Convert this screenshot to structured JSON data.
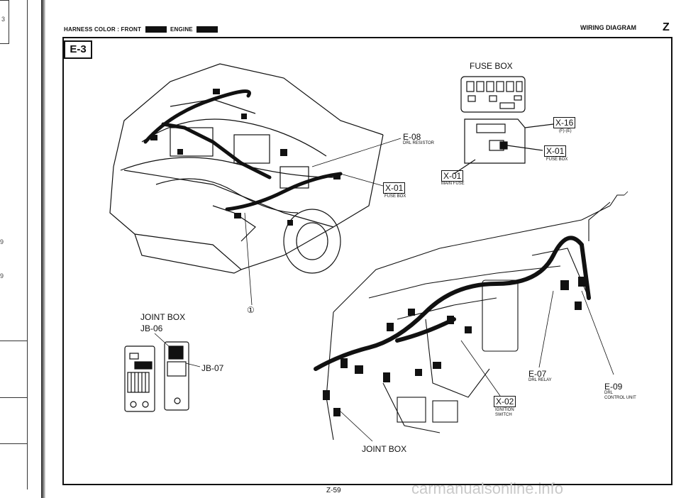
{
  "header": {
    "harness_color_label": "HARNESS COLOR : FRONT",
    "engine_label": "ENGINE",
    "title": "WIRING DIAGRAM",
    "section_letter": "Z"
  },
  "section_tag": "E-3",
  "labels": {
    "fuse_box_title": "FUSE BOX",
    "e08_code": "E-08",
    "e08_name": "DRL RESISTOR",
    "x16_code": "X-16",
    "x16_sub": "(F)-(E)",
    "x01_right_code": "X-01",
    "x01_right_name": "FUSE BOX",
    "x01_main_code": "X-01",
    "x01_main_name": "MAIN FUSE",
    "x01_left_code": "X-01",
    "x01_left_name": "FUSE BOX",
    "circle_one": "①",
    "joint_box_top": "JOINT BOX",
    "jb06": "JB-06",
    "jb07": "JB-07",
    "e07_code": "E-07",
    "e07_name": "DRL RELAY",
    "e09_code": "E-09",
    "e09_name_1": "DRL",
    "e09_name_2": "CONTROL UNIT",
    "x02_code": "X-02",
    "x02_name_1": "IGNITION",
    "x02_name_2": "SWITCH",
    "joint_box_bottom": "JOINT BOX"
  },
  "margin_marks": [
    "3",
    "9",
    "9"
  ],
  "footer": {
    "page_number": "Z-59",
    "watermark": "carmanualsonline.info"
  }
}
